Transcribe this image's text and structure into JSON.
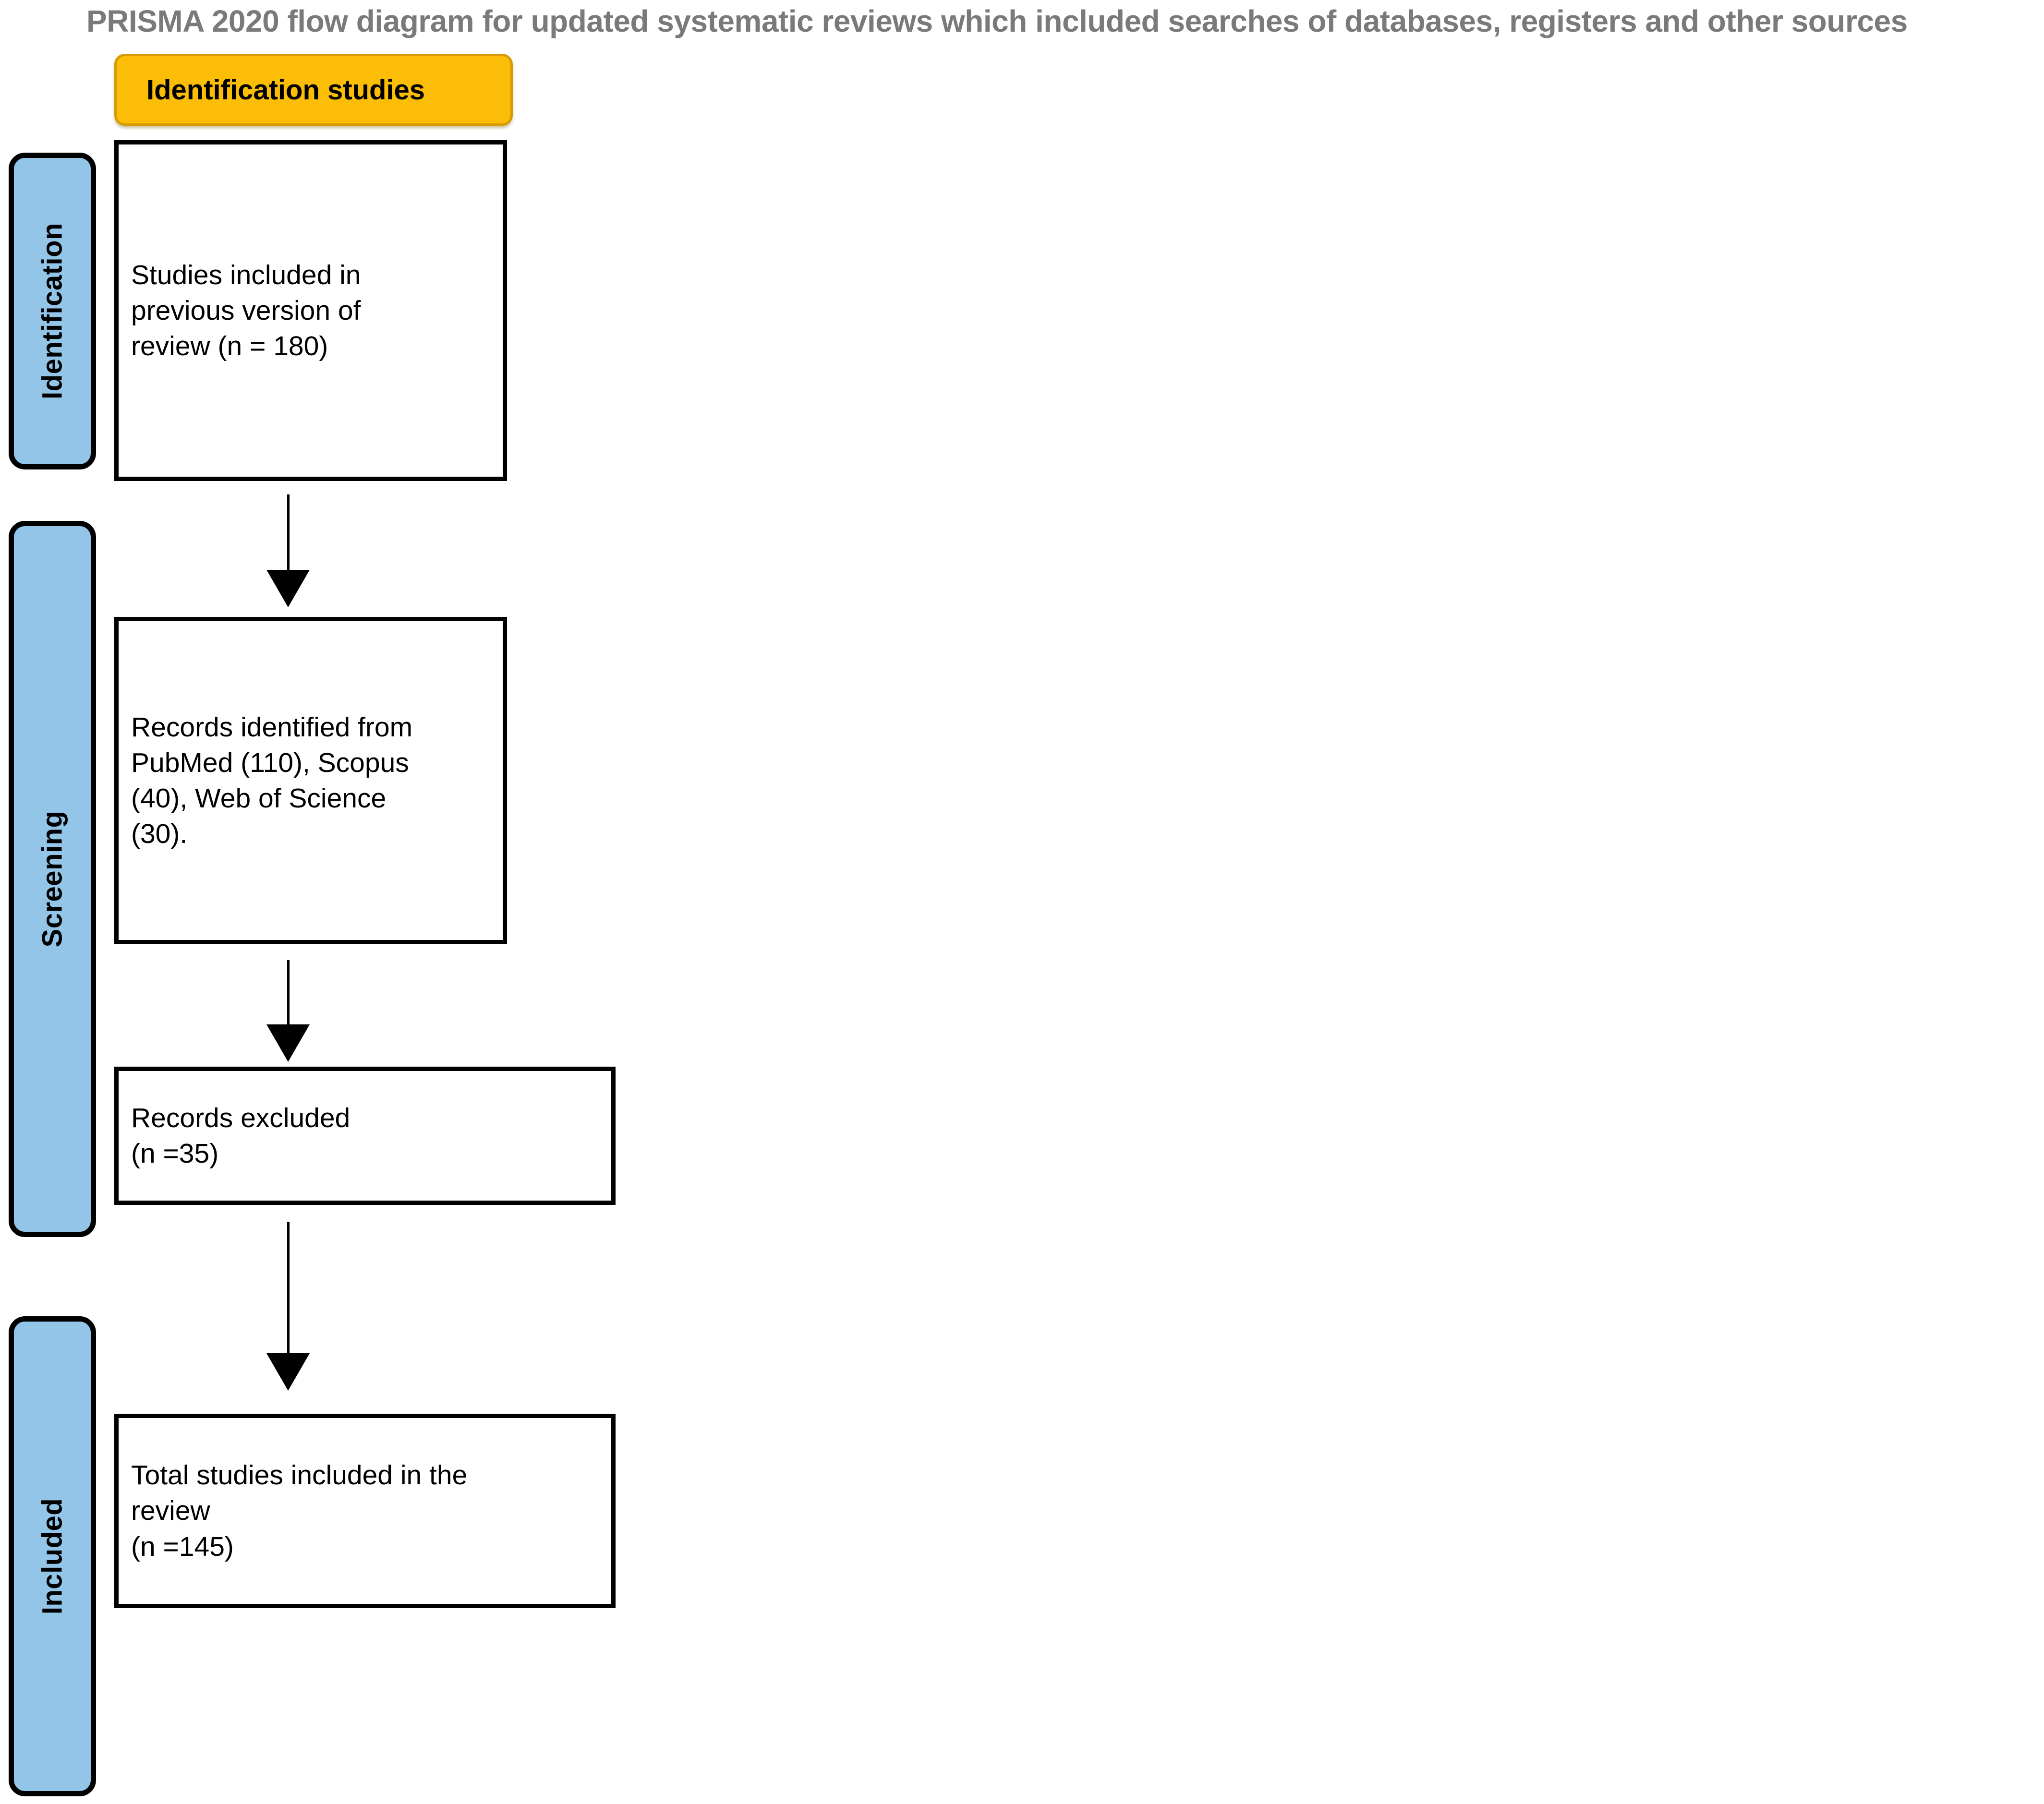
{
  "diagram": {
    "type": "prisma-flow-diagram",
    "title": "PRISMA 2020 flow diagram for updated systematic reviews which included searches of databases, registers and other sources",
    "colors": {
      "stage_chip_fill": "#FBBD05",
      "stage_chip_border": "#D69A04",
      "stage_bar_fill": "#92C5E8",
      "stage_bar_border": "#000000",
      "box_border": "#000000",
      "box_fill": "#FFFFFF",
      "title_text": "#7A7A7A",
      "body_text": "#000000",
      "arrow": "#000000"
    },
    "stage_chip": {
      "label": "Identification studies"
    },
    "stage_bars": [
      {
        "id": "identification",
        "label": "Identification"
      },
      {
        "id": "screening",
        "label": "Screening"
      },
      {
        "id": "included",
        "label": "Included"
      }
    ],
    "boxes": [
      {
        "id": "previous-studies",
        "stage": "identification",
        "text": "Studies included in\nprevious version of\nreview (n = 180)",
        "n": 180
      },
      {
        "id": "records-identified",
        "stage": "screening",
        "text": "Records identified from\nPubMed (110), Scopus\n(40), Web of Science\n(30).",
        "sources": [
          {
            "name": "PubMed",
            "n": 110
          },
          {
            "name": "Scopus",
            "n": 40
          },
          {
            "name": "Web of Science",
            "n": 30
          }
        ]
      },
      {
        "id": "records-excluded",
        "stage": "screening",
        "text": "Records excluded\n(n =35)",
        "n": 35
      },
      {
        "id": "total-included",
        "stage": "included",
        "text": "Total studies included in the\nreview\n(n =145)",
        "n": 145
      }
    ],
    "arrows": [
      {
        "id": "arrow-previous-to-identified",
        "from": "previous-studies",
        "to": "records-identified",
        "direction": "down"
      },
      {
        "id": "arrow-identified-to-excluded",
        "from": "records-identified",
        "to": "records-excluded",
        "direction": "down"
      },
      {
        "id": "arrow-excluded-to-total",
        "from": "records-excluded",
        "to": "total-included",
        "direction": "down"
      }
    ]
  }
}
